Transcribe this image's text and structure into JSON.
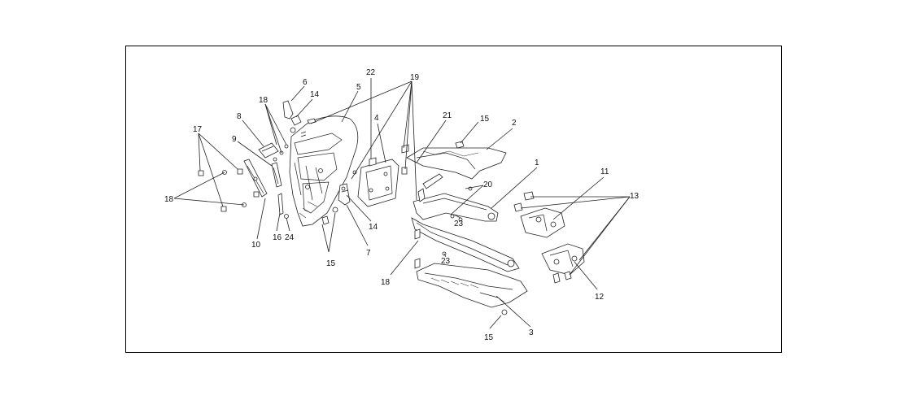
{
  "callouts": [
    "1",
    "2",
    "3",
    "4",
    "5",
    "6",
    "7",
    "8",
    "9",
    "10",
    "11",
    "12",
    "13",
    "14",
    "14",
    "15",
    "15",
    "15",
    "15",
    "16",
    "17",
    "18",
    "18",
    "18",
    "19",
    "20",
    "21",
    "22",
    "23",
    "23",
    "24"
  ]
}
